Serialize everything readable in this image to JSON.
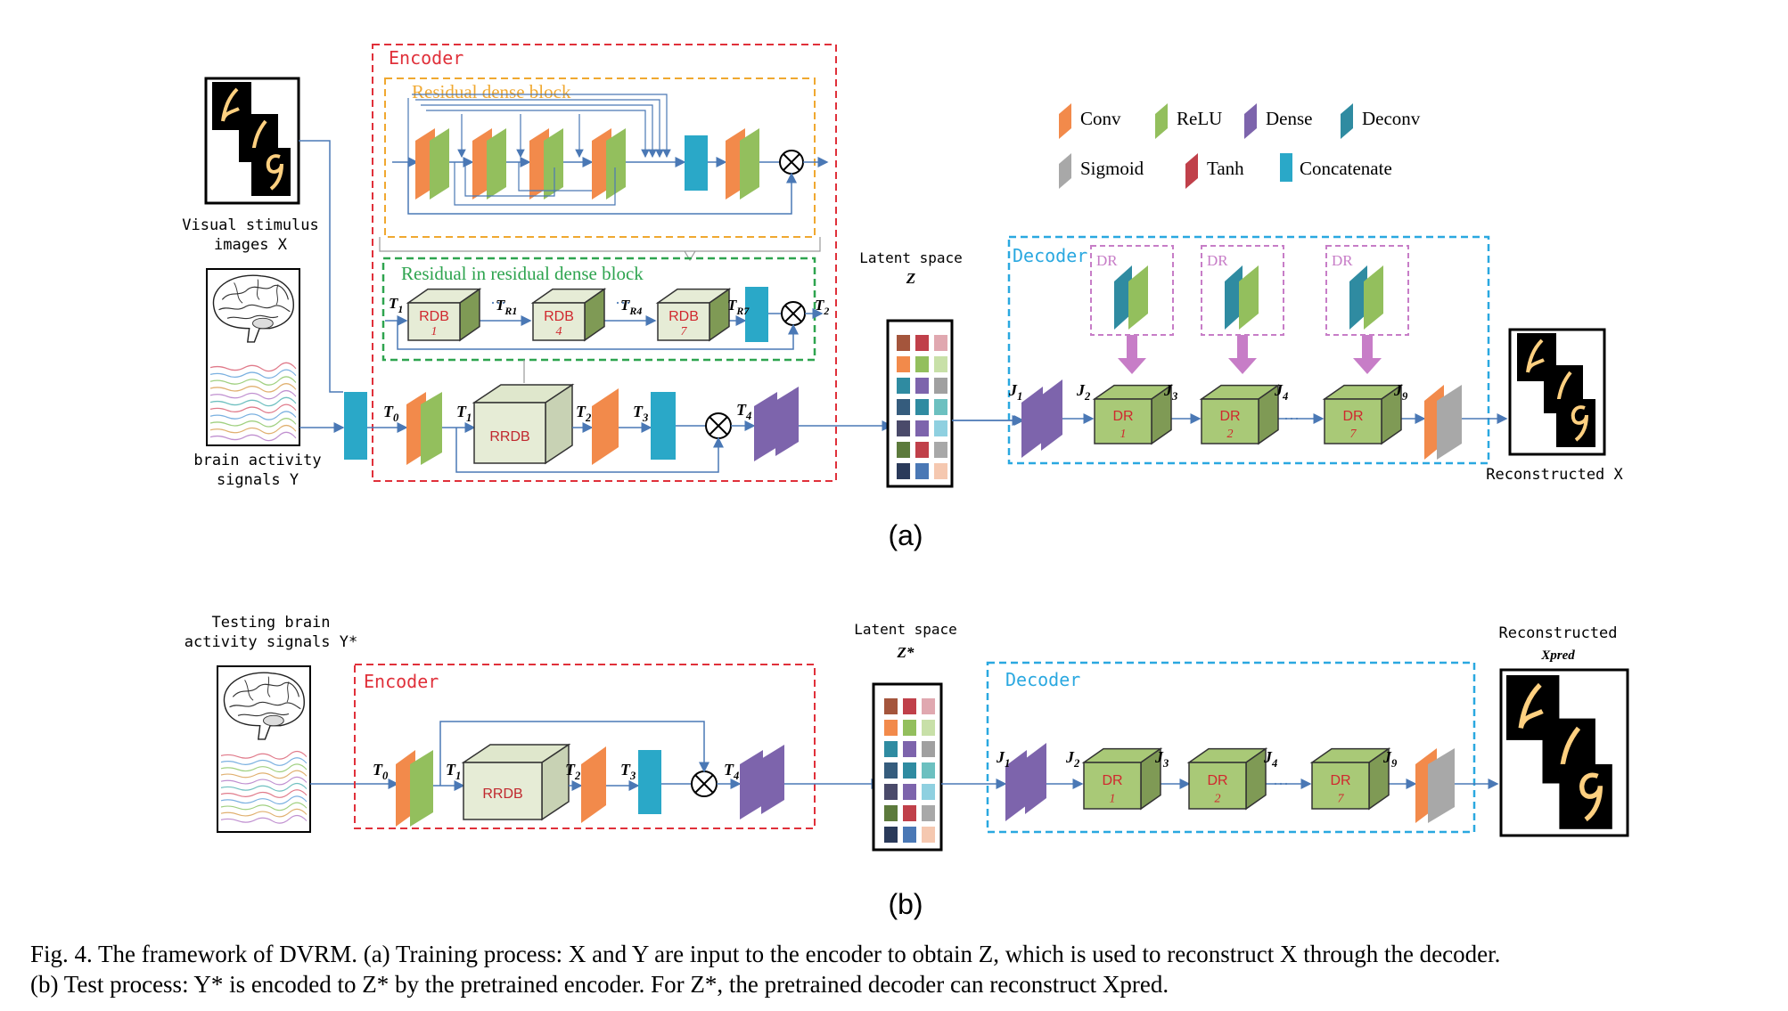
{
  "a": {
    "encoder_label": "Encoder",
    "rdb_block_label": "Residual dense block",
    "rrdb_block_label": "Residual in residual dense block",
    "decoder_label": "Decoder",
    "dr_label": "DR",
    "latent_line1": "Latent space",
    "latent_line2": "Z",
    "stimulus_line1": "Visual stimulus",
    "stimulus_line2": "images X",
    "brain_line1": "brain activity",
    "brain_line2": "signals Y",
    "reconstructed_label": "Reconstructed X",
    "rrdb_label": "RRDB",
    "rdb_cubes": [
      {
        "name": "RDB",
        "num": "1"
      },
      {
        "name": "RDB",
        "num": "4"
      },
      {
        "name": "RDB",
        "num": "7"
      }
    ],
    "dr_cubes": [
      {
        "name": "DR",
        "num": "1"
      },
      {
        "name": "DR",
        "num": "2"
      },
      {
        "name": "DR",
        "num": "7"
      }
    ],
    "t_labels": [
      "T0",
      "T1",
      "T2",
      "T3",
      "T4"
    ],
    "rrdb_t_labels": [
      "T1",
      "TR1",
      "TR4",
      "TR7",
      "T2"
    ],
    "j_labels": [
      "J1",
      "J2",
      "J3",
      "J4",
      "J9"
    ],
    "caption_letter": "(a)"
  },
  "b": {
    "encoder_label": "Encoder",
    "decoder_label": "Decoder",
    "latent_line1": "Latent space",
    "latent_line2": "Z*",
    "testing_line1": "Testing brain",
    "testing_line2": "activity signals Y*",
    "reconstructed_line1": "Reconstructed",
    "reconstructed_line2": "Xpred",
    "rrdb_label": "RRDB",
    "dr_cubes": [
      {
        "name": "DR",
        "num": "1"
      },
      {
        "name": "DR",
        "num": "2"
      },
      {
        "name": "DR",
        "num": "7"
      }
    ],
    "t_labels": [
      "T0",
      "T1",
      "T2",
      "T3",
      "T4"
    ],
    "j_labels": [
      "J1",
      "J2",
      "J3",
      "J4",
      "J9"
    ],
    "caption_letter": "(b)"
  },
  "legend": [
    {
      "label": "Conv",
      "color": "#f28a4b"
    },
    {
      "label": "ReLU",
      "color": "#93bf5d"
    },
    {
      "label": "Dense",
      "color": "#7d64ac"
    },
    {
      "label": "Deconv",
      "color": "#2f8ba1"
    },
    {
      "label": "Sigmoid",
      "color": "#a8a8a8"
    },
    {
      "label": "Tanh",
      "color": "#c0404a"
    },
    {
      "label": "Concatenate",
      "color": "#2aa8c8"
    }
  ],
  "ellipsis": "···",
  "caption": {
    "line1": "Fig. 4.  The framework of DVRM. (a) Training process: X and Y are input to the encoder to obtain Z, which is used to reconstruct X through the decoder.",
    "line2": "(b) Test process: Y* is encoded to Z* by the pretrained encoder. For Z*, the pretrained decoder can reconstruct Xpred."
  },
  "colors": {
    "encoder": "#e0303a",
    "rdb": "#f0a830",
    "rrdb": "#2ea44f",
    "decoder": "#2aa8e0",
    "dr": "#c77dc7",
    "arrow": "#4a78b5",
    "cube_face": "#e6ecd6",
    "dr_face": "#a9c977"
  }
}
